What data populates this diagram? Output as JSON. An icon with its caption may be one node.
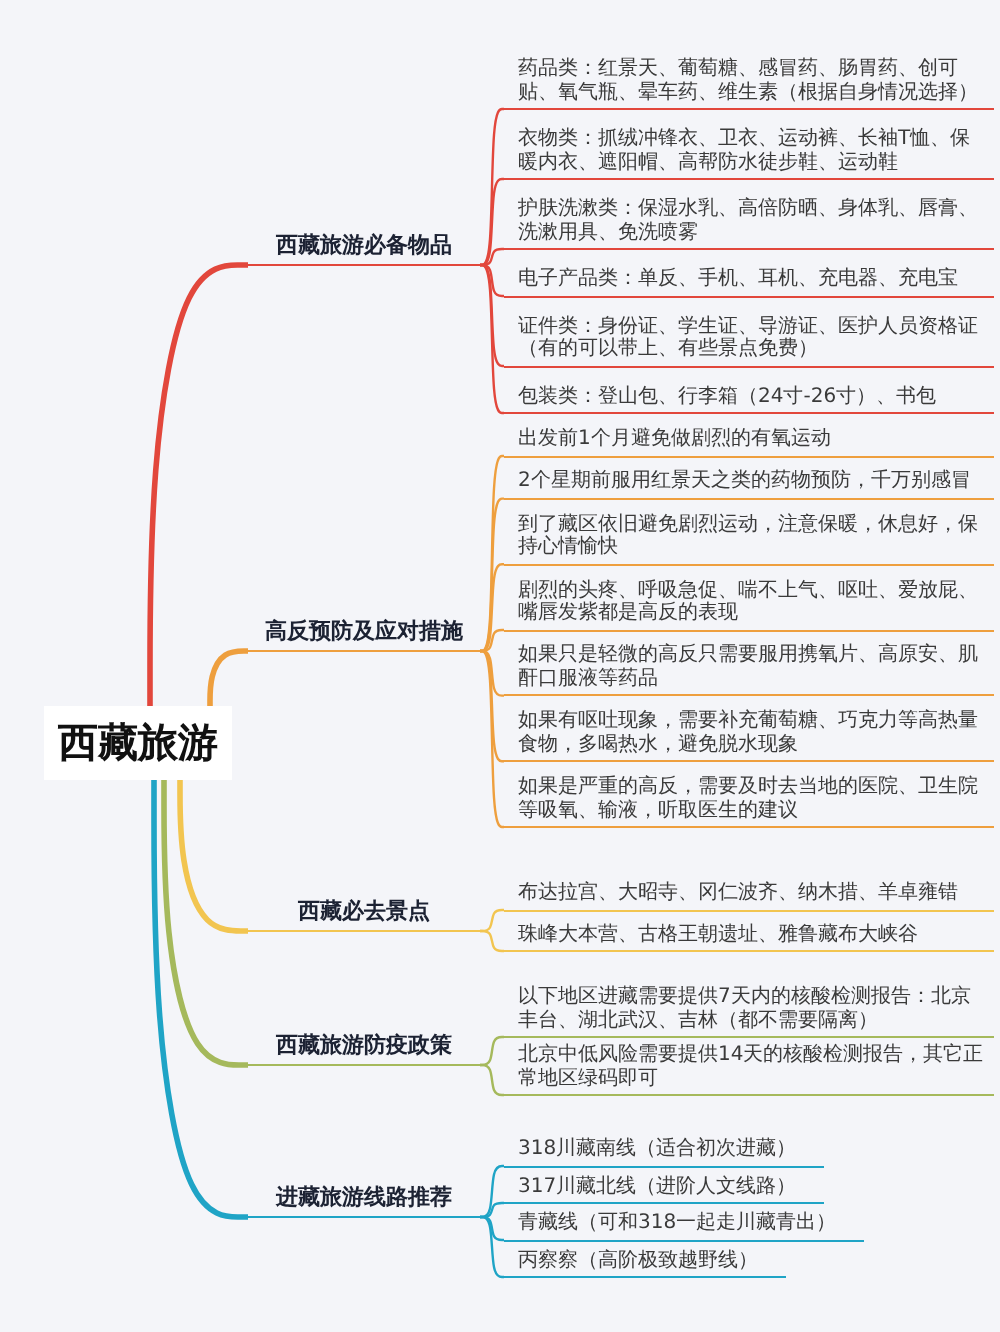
{
  "diagram": {
    "nodes": [
      {
        "text": [
          "西藏旅游"
        ]
      },
      {
        "text": [
          "西藏旅游必备物品"
        ]
      },
      {
        "text": [
          "药品类：红景天、葡萄糖、感冒药、肠胃药、创可贴、氧气瓶、晕车药、维生素（根据自身情况选择）"
        ]
      },
      {
        "text": [
          "衣物类：抓绒冲锋衣、卫衣、运动裤、长袖T恤、保暖内衣、遮阳帽、高帮防水徒步鞋、运动鞋"
        ]
      },
      {
        "text": [
          "护肤洗漱类：保湿水乳、高倍防晒、身体乳、唇膏、洗漱用具、免洗喷雾"
        ]
      },
      {
        "text": [
          "电子产品类：单反、手机、耳机、充电器、充电宝"
        ]
      },
      {
        "text": [
          "证件类：身份证、学生证、导游证、医护人员资格证（有的可以带上、有些景点免费）"
        ]
      },
      {
        "text": [
          "包装类：登山包、行李箱（24寸-26寸）、书包"
        ]
      },
      {
        "text": [
          "高反预防及应对措施"
        ]
      },
      {
        "text": [
          "出发前1个月避免做剧烈的有氧运动"
        ]
      },
      {
        "text": [
          "2个星期前服用红景天之类的药物预防，千万别感冒"
        ]
      },
      {
        "text": [
          "到了藏区依旧避免剧烈运动，注意保暖，休息好，保持心情愉快"
        ]
      },
      {
        "text": [
          "剧烈的头疼、呼吸急促、喘不上气、呕吐、爱放屁、嘴唇发紫都是高反的表现"
        ]
      },
      {
        "text": [
          "如果只是轻微的高反只需要服用携氧片、高原安、肌酐口服液等药品"
        ]
      },
      {
        "text": [
          "如果有呕吐现象，需要补充葡萄糖、巧克力等高热量食物，多喝热水，避免脱水现象"
        ]
      },
      {
        "text": [
          "如果是严重的高反，需要及时去当地的医院、卫生院等吸氧、输液，听取医生的建议"
        ]
      },
      {
        "text": [
          "西藏必去景点"
        ]
      },
      {
        "text": [
          "布达拉宫、大昭寺、冈仁波齐、纳木措、羊卓雍错"
        ]
      },
      {
        "text": [
          "珠峰大本营、古格王朝遗址、雅鲁藏布大峡谷"
        ]
      },
      {
        "text": [
          "西藏旅游防疫政策"
        ]
      },
      {
        "text": [
          "以下地区进藏需要提供7天内的核酸检测报告：北京丰台、湖北武汉、吉林（都不需要隔离）"
        ]
      },
      {
        "text": [
          "北京中低风险需要提供14天的核酸检测报告，其它正常地区绿码即可"
        ]
      },
      {
        "text": [
          "进藏旅游线路推荐"
        ]
      },
      {
        "text": [
          "318川藏南线（适合初次进藏）"
        ]
      },
      {
        "text": [
          "317川藏北线（进阶人文线路）"
        ]
      },
      {
        "text": [
          "青藏线（可和318一起走川藏青出）"
        ]
      },
      {
        "text": [
          "丙察察（高阶极致越野线）"
        ]
      }
    ],
    "edges": [
      {
        "from": 0,
        "to": 1,
        "arrow": "none",
        "style": "thick",
        "color": "#e2473c"
      },
      {
        "from": 1,
        "to": 2,
        "arrow": "none",
        "color": "#e2473c"
      },
      {
        "from": 1,
        "to": 3,
        "arrow": "none",
        "color": "#e2473c"
      },
      {
        "from": 1,
        "to": 4,
        "arrow": "none",
        "color": "#e2473c"
      },
      {
        "from": 1,
        "to": 5,
        "arrow": "none",
        "color": "#e2473c"
      },
      {
        "from": 1,
        "to": 6,
        "arrow": "none",
        "color": "#e2473c"
      },
      {
        "from": 1,
        "to": 7,
        "arrow": "none",
        "color": "#e2473c"
      },
      {
        "from": 0,
        "to": 8,
        "arrow": "none",
        "style": "thick",
        "color": "#ee9f3e"
      },
      {
        "from": 8,
        "to": 9,
        "arrow": "none",
        "color": "#ee9f3e"
      },
      {
        "from": 8,
        "to": 10,
        "arrow": "none",
        "color": "#ee9f3e"
      },
      {
        "from": 8,
        "to": 11,
        "arrow": "none",
        "color": "#ee9f3e"
      },
      {
        "from": 8,
        "to": 12,
        "arrow": "none",
        "color": "#ee9f3e"
      },
      {
        "from": 8,
        "to": 13,
        "arrow": "none",
        "color": "#ee9f3e"
      },
      {
        "from": 8,
        "to": 14,
        "arrow": "none",
        "color": "#ee9f3e"
      },
      {
        "from": 8,
        "to": 15,
        "arrow": "none",
        "color": "#ee9f3e"
      },
      {
        "from": 0,
        "to": 16,
        "arrow": "none",
        "style": "thick",
        "color": "#f2c550"
      },
      {
        "from": 16,
        "to": 17,
        "arrow": "none",
        "color": "#f2c550"
      },
      {
        "from": 16,
        "to": 18,
        "arrow": "none",
        "color": "#f2c550"
      },
      {
        "from": 0,
        "to": 19,
        "arrow": "none",
        "style": "thick",
        "color": "#a5b95c"
      },
      {
        "from": 19,
        "to": 20,
        "arrow": "none",
        "color": "#a5b95c"
      },
      {
        "from": 19,
        "to": 21,
        "arrow": "none",
        "color": "#a5b95c"
      },
      {
        "from": 0,
        "to": 22,
        "arrow": "none",
        "style": "thick",
        "color": "#1fa4c6"
      },
      {
        "from": 22,
        "to": 23,
        "arrow": "none",
        "color": "#1fa4c6"
      },
      {
        "from": 22,
        "to": 24,
        "arrow": "none",
        "color": "#1fa4c6"
      },
      {
        "from": 22,
        "to": 25,
        "arrow": "none",
        "color": "#1fa4c6"
      },
      {
        "from": 22,
        "to": 26,
        "arrow": "none",
        "color": "#1fa4c6"
      }
    ]
  }
}
